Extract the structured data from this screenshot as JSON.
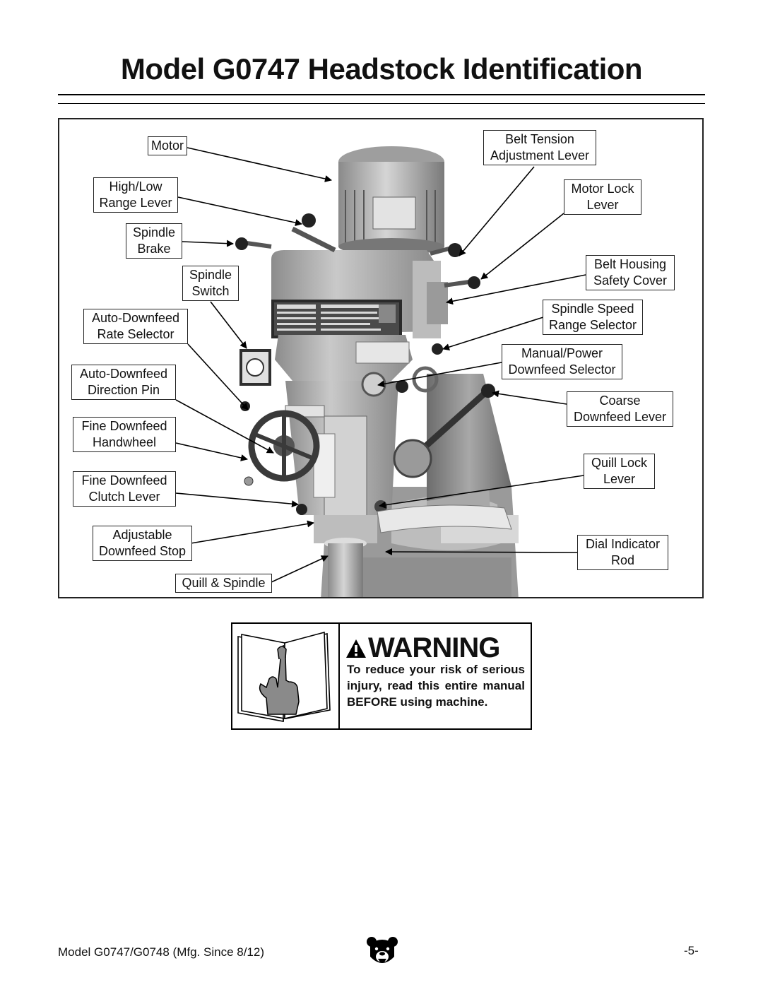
{
  "page_title": "Model G0747 Headstock Identification",
  "labels_left": {
    "motor": "Motor",
    "high_low_l1": "High/Low",
    "high_low_l2": "Range Lever",
    "spindle_brake_l1": "Spindle",
    "spindle_brake_l2": "Brake",
    "spindle_switch_l1": "Spindle",
    "spindle_switch_l2": "Switch",
    "auto_rate_l1": "Auto-Downfeed",
    "auto_rate_l2": "Rate Selector",
    "auto_dir_l1": "Auto-Downfeed",
    "auto_dir_l2": "Direction Pin",
    "fine_handwheel_l1": "Fine Downfeed",
    "fine_handwheel_l2": "Handwheel",
    "fine_clutch_l1": "Fine Downfeed",
    "fine_clutch_l2": "Clutch Lever",
    "adj_stop_l1": "Adjustable",
    "adj_stop_l2": "Downfeed Stop",
    "quill_spindle": "Quill & Spindle"
  },
  "labels_right": {
    "belt_tension_l1": "Belt Tension",
    "belt_tension_l2": "Adjustment Lever",
    "motor_lock_l1": "Motor Lock",
    "motor_lock_l2": "Lever",
    "belt_housing_l1": "Belt Housing",
    "belt_housing_l2": "Safety Cover",
    "speed_range_l1": "Spindle Speed",
    "speed_range_l2": "Range Selector",
    "manual_power_l1": "Manual/Power",
    "manual_power_l2": "Downfeed Selector",
    "coarse_l1": "Coarse",
    "coarse_l2": "Downfeed Lever",
    "quill_lock_l1": "Quill Lock",
    "quill_lock_l2": "Lever",
    "dial_rod_l1": "Dial Indicator",
    "dial_rod_l2": "Rod"
  },
  "warning": {
    "heading": "WARNING",
    "text": "To reduce your risk of serious injury, read this entire manual BEFORE using machine."
  },
  "footer": {
    "model_line": "Model G0747/G0748 (Mfg. Since 8/12)",
    "page_number": "-5-"
  }
}
